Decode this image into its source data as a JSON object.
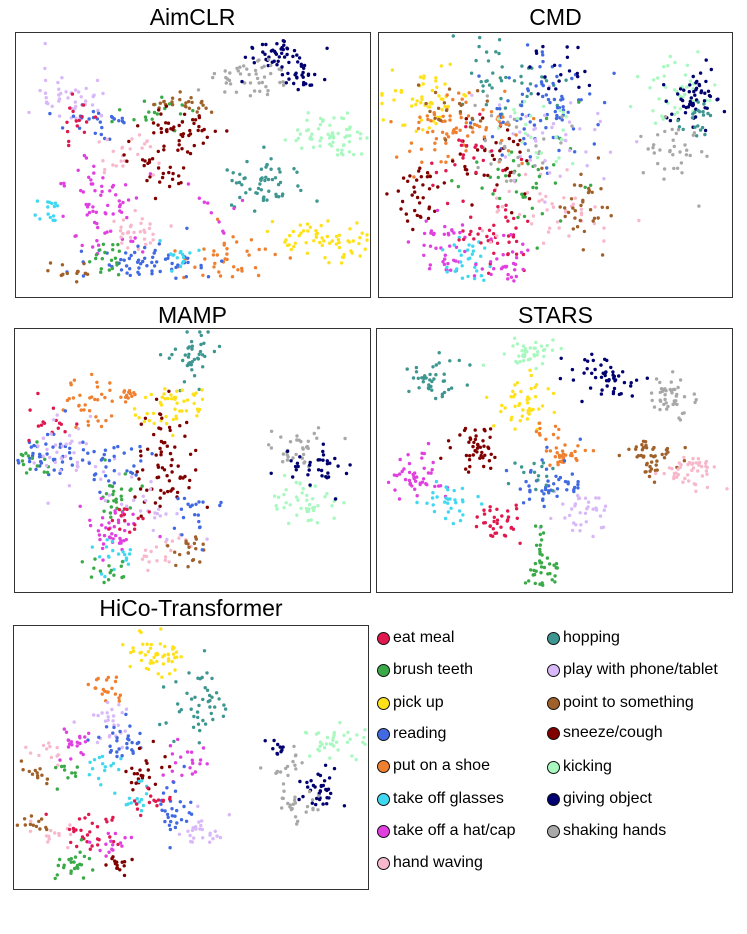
{
  "chart_data": [
    {
      "type": "scatter",
      "title": "AimCLR"
    },
    {
      "type": "scatter",
      "title": "CMD"
    },
    {
      "type": "scatter",
      "title": "MAMP"
    },
    {
      "type": "scatter",
      "title": "STARS"
    },
    {
      "type": "scatter",
      "title": "HiCo-Transformer"
    }
  ],
  "legend": [
    {
      "label": "eat meal",
      "color": "#e0184d"
    },
    {
      "label": "brush teeth",
      "color": "#3aaa48"
    },
    {
      "label": "pick up",
      "color": "#ffe11a"
    },
    {
      "label": "reading",
      "color": "#4169e1"
    },
    {
      "label": "put on a shoe",
      "color": "#f08030"
    },
    {
      "label": "take off glasses",
      "color": "#40d8f0"
    },
    {
      "label": "take off a hat/cap",
      "color": "#e040e0"
    },
    {
      "label": "hand waving",
      "color": "#f8b8cc"
    },
    {
      "label": "hopping",
      "color": "#3d9690"
    },
    {
      "label": "play with phone/tablet",
      "color": "#d8b8f8"
    },
    {
      "label": "point to something",
      "color": "#a0602a"
    },
    {
      "label": "sneeze/cough",
      "color": "#800000"
    },
    {
      "label": "kicking",
      "color": "#a8f8c0"
    },
    {
      "label": "giving object",
      "color": "#000070"
    },
    {
      "label": "shaking hands",
      "color": "#a8a8a8"
    }
  ]
}
